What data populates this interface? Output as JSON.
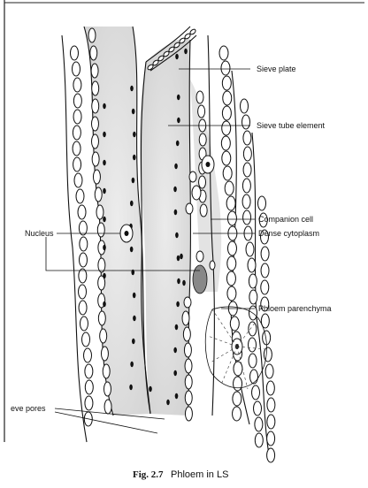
{
  "labels": {
    "sieve_plate": "Sieve plate",
    "sieve_tube_element": "Sieve tube element",
    "companion_cell": "Companion cell",
    "dense_cytoplasm": "Dense cytoplasm",
    "nucleus": "Nucleus",
    "phloem_parenchyma": "Phloem parenchyma",
    "sieve_pores": "eve pores"
  },
  "caption": {
    "fig_number": "Fig. 2.7",
    "title": "Phloem in LS"
  }
}
